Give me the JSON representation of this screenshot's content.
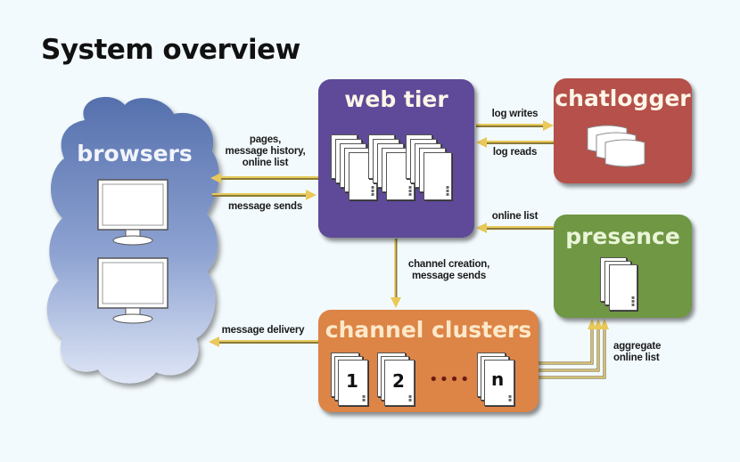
{
  "title": "System overview",
  "colors": {
    "background": "#f3fafd",
    "browsers": "#6a85be",
    "web_tier": "#5e4a98",
    "chatlogger": "#b5504a",
    "presence": "#6f9744",
    "channel_clusters": "#dd8447",
    "arrow": "#e8c95a"
  },
  "nodes": {
    "browsers": {
      "label": "browsers",
      "icon": "monitor-icon",
      "monitor_count": 2
    },
    "web_tier": {
      "label": "web tier",
      "icon": "server-stack-icon"
    },
    "chatlogger": {
      "label": "chatlogger",
      "icon": "database-icon"
    },
    "presence": {
      "label": "presence",
      "icon": "server-stack-icon"
    },
    "channel_clusters": {
      "label": "channel clusters",
      "clusters": [
        "1",
        "2",
        "n"
      ],
      "ellipsis": "••••"
    }
  },
  "edges": {
    "web_to_browsers": "pages,\nmessage history,\nonline list",
    "browsers_to_web": "message sends",
    "log_writes": "log writes",
    "log_reads": "log reads",
    "presence_to_web": "online list",
    "web_to_channels": "channel creation,\nmessage sends",
    "channels_to_browsers": "message delivery",
    "channels_to_presence": "aggregate\nonline list"
  }
}
